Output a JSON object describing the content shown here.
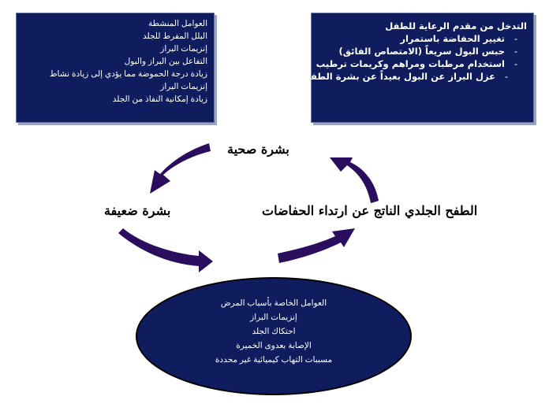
{
  "left_box": {
    "items": [
      "العوامل المنشطة",
      "البلل المفرط للجلد",
      "إنزيمات البراز",
      "التفاعل بين البراز والبول",
      "زيادة درجة الحموضة مما يؤدي إلى زيادة نشاط",
      "إنزيمات البراز",
      "زيادة إمكانية النفاذ من الجلد"
    ]
  },
  "right_box": {
    "title": "التدخل من مقدم الرعاية للطفل",
    "items": [
      {
        "dash": "-",
        "text": "تغيير الحفاضة باستمرار"
      },
      {
        "dash": "-",
        "text": "حبس البول سريعاً (الامتصاص الفائق)"
      },
      {
        "dash": "-",
        "text": "استخدام مرطبات ومراهم وكريمات ترطيب"
      },
      {
        "dash": "-",
        "text": "عزل البراز عن البول بعيداً عن بشرة الطفل"
      }
    ]
  },
  "cycle": {
    "top": "بشرة صحية",
    "left": "بشرة ضعيفة",
    "right": "الطفح الجلدي الناتج عن ارتداء الحفاضات",
    "arrow_color": "#2a0d5c"
  },
  "oval": {
    "items": [
      "العوامل الخاصة بأسباب المرض",
      "إنزيمات البراز",
      "احتكاك الجلد",
      "الإصابة بعدوى الخميرة",
      "مسببات التهاب كيميائية غير محددة"
    ]
  }
}
